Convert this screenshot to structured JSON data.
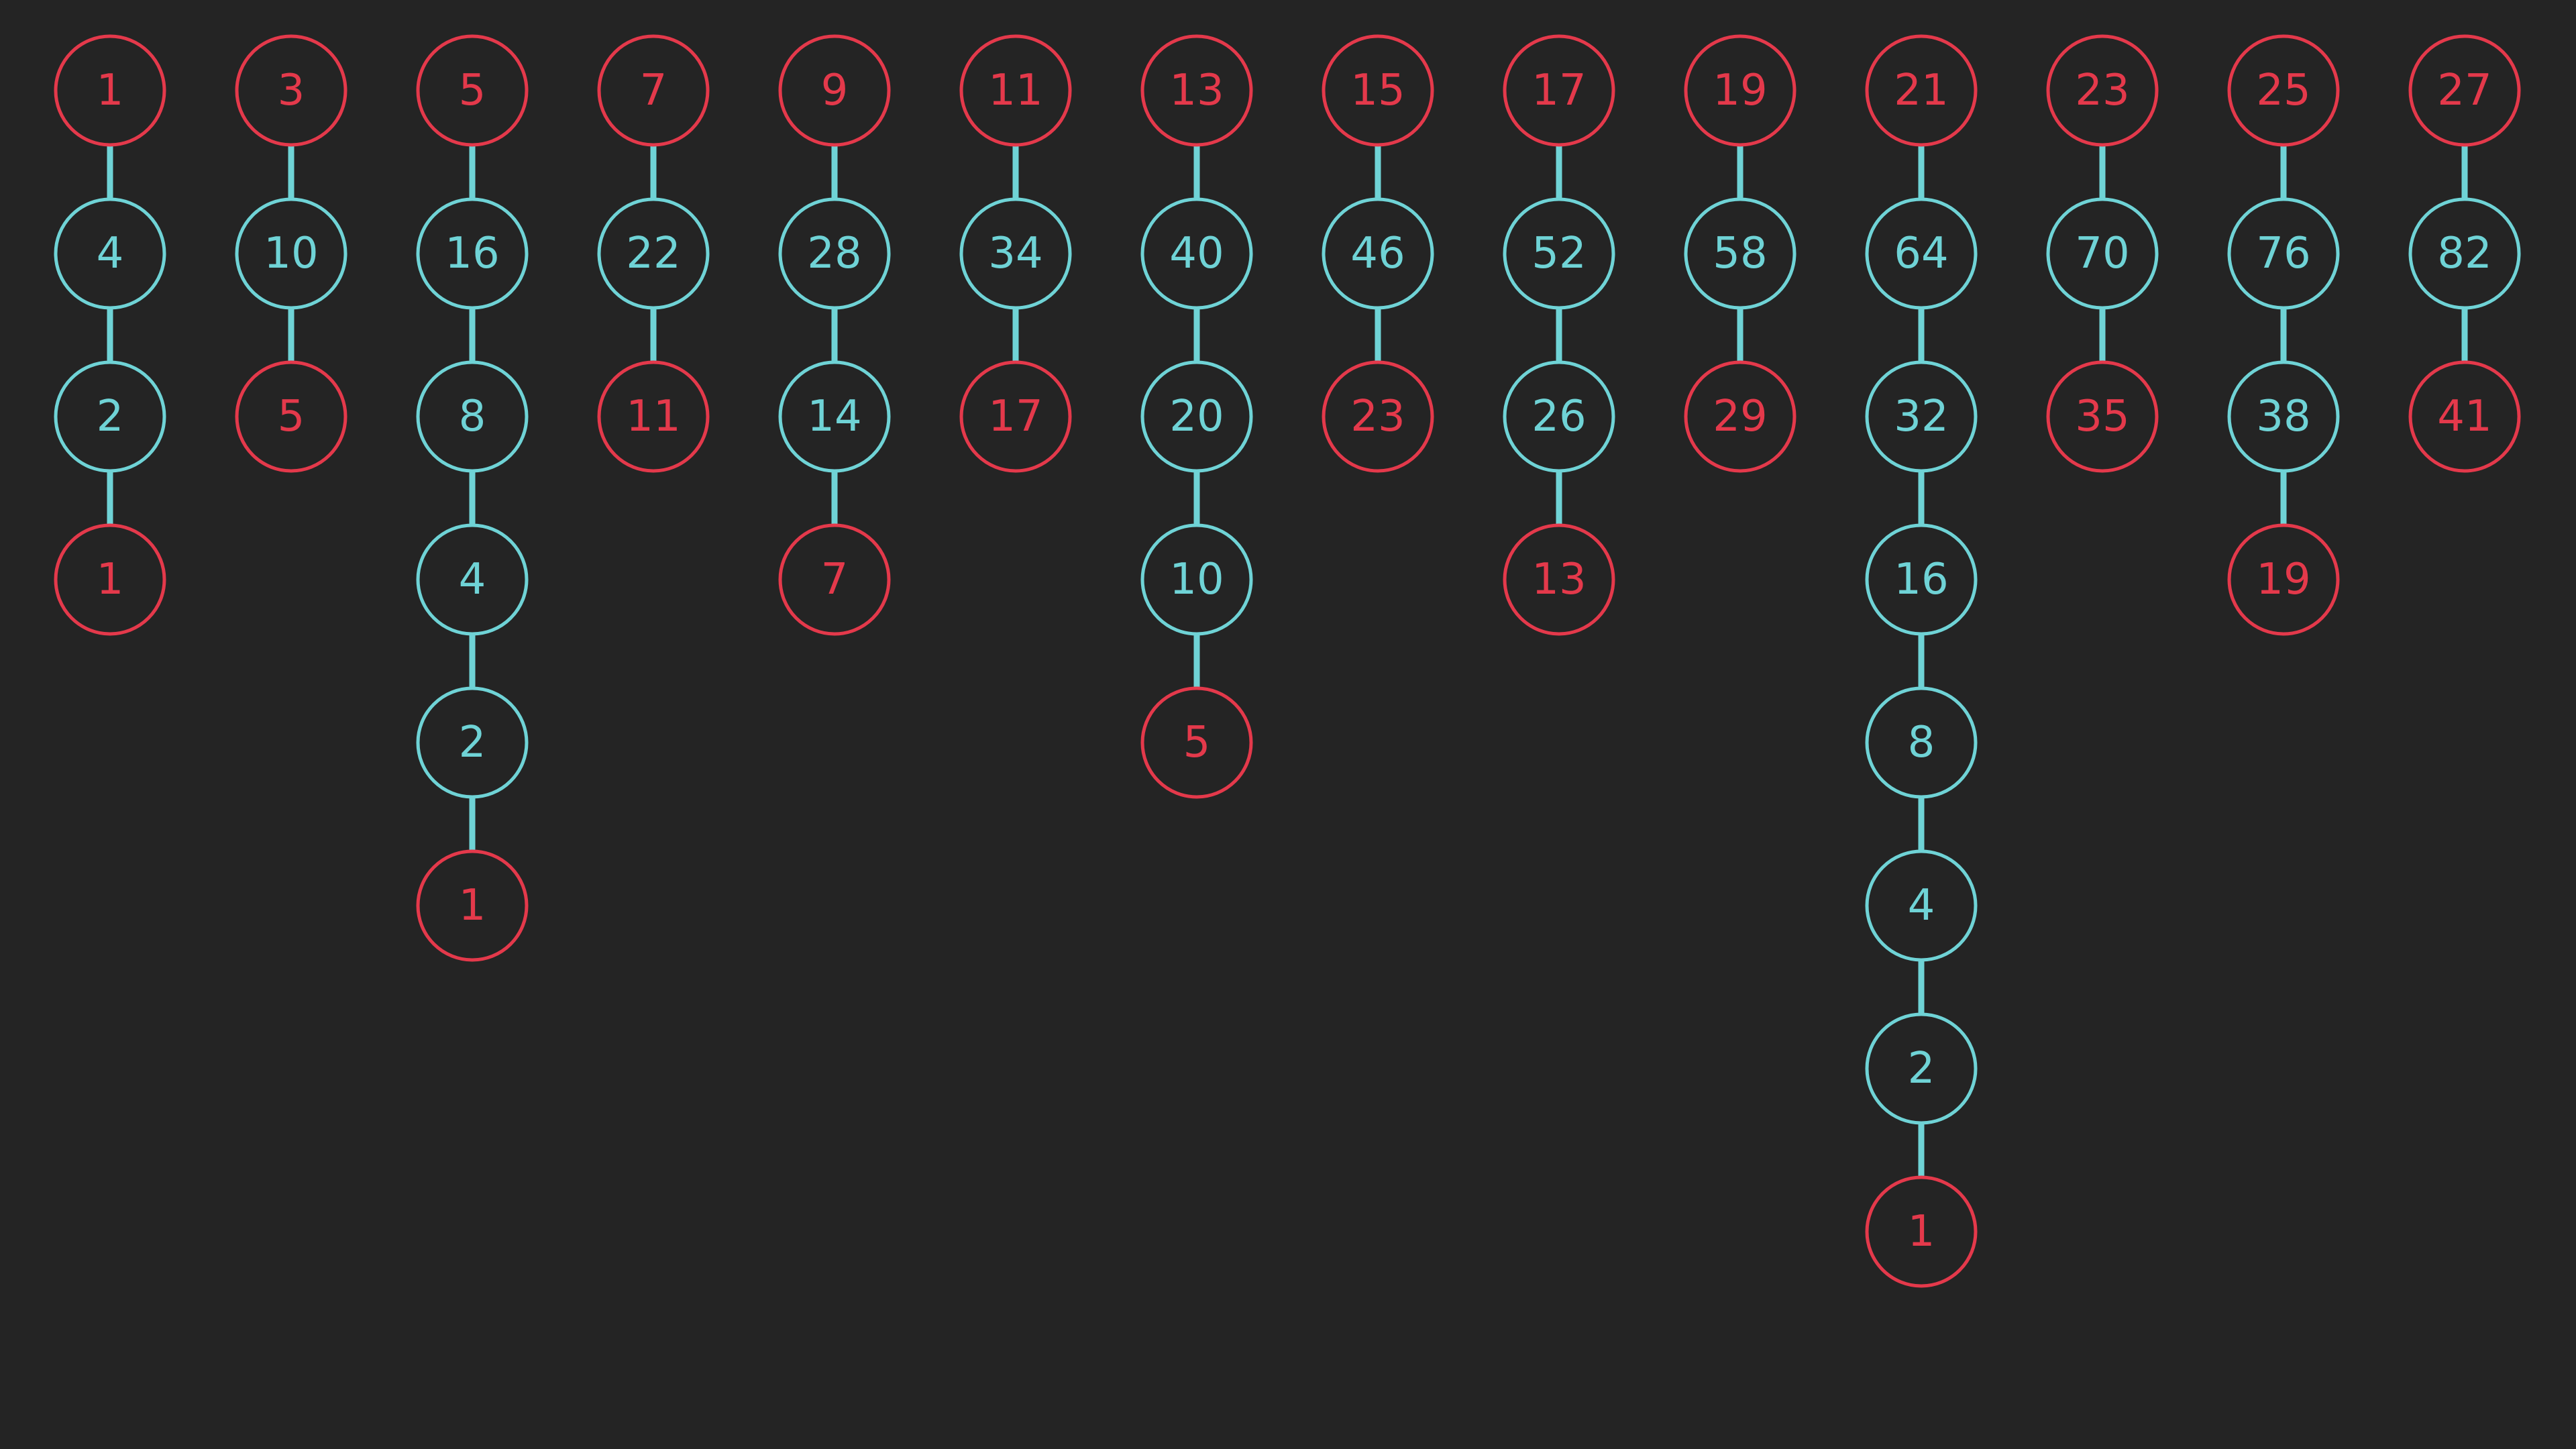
{
  "colors": {
    "background": "#242424",
    "odd": "#e4394b",
    "even": "#6fd3d6",
    "connector": "#6fd3d6"
  },
  "chains": [
    [
      1,
      4,
      2,
      1
    ],
    [
      3,
      10,
      5
    ],
    [
      5,
      16,
      8,
      4,
      2,
      1
    ],
    [
      7,
      22,
      11
    ],
    [
      9,
      28,
      14,
      7
    ],
    [
      11,
      34,
      17
    ],
    [
      13,
      40,
      20,
      10,
      5
    ],
    [
      15,
      46,
      23
    ],
    [
      17,
      52,
      26,
      13
    ],
    [
      19,
      58,
      29
    ],
    [
      21,
      64,
      32,
      16,
      8,
      4,
      2,
      1
    ],
    [
      23,
      70,
      35
    ],
    [
      25,
      76,
      38,
      19
    ],
    [
      27,
      82,
      41
    ]
  ]
}
